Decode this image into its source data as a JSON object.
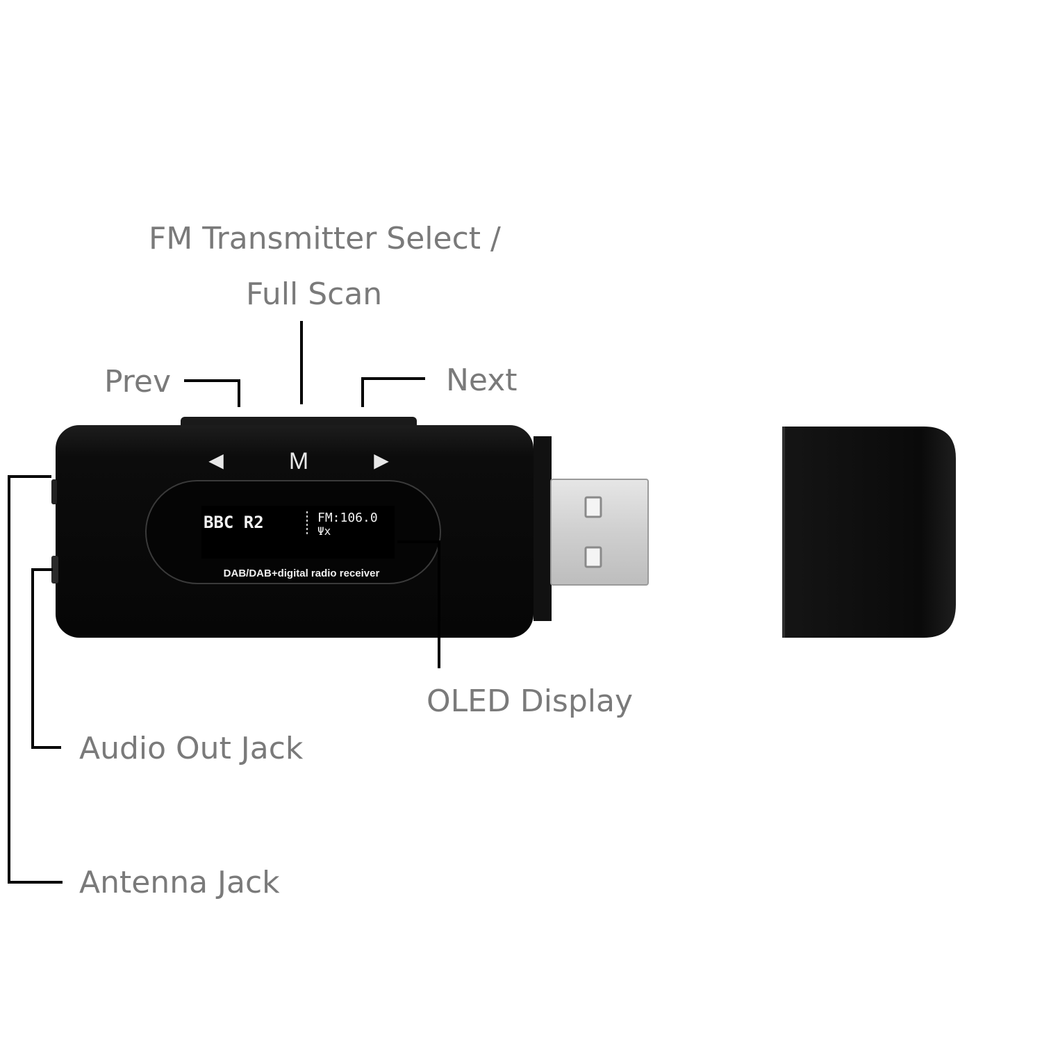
{
  "callouts": {
    "fm_select_line1": "FM Transmitter Select /",
    "fm_select_line2": "Full Scan",
    "prev": "Prev",
    "next": "Next",
    "oled": "OLED Display",
    "audio_out": "Audio Out Jack",
    "antenna": "Antenna Jack"
  },
  "device": {
    "button_prev_glyph": "◀",
    "button_mode_glyph": "M",
    "button_next_glyph": "▶",
    "display": {
      "station": "BBC R2",
      "fm_freq": "FM:106.0",
      "tx_icon": "Ψx"
    },
    "caption": "DAB/DAB+digital radio receiver"
  },
  "colors": {
    "body": "#0b0b0b",
    "label": "#7a7a7a",
    "leader": "#000000",
    "usb_metal": "#d6d6d6"
  }
}
